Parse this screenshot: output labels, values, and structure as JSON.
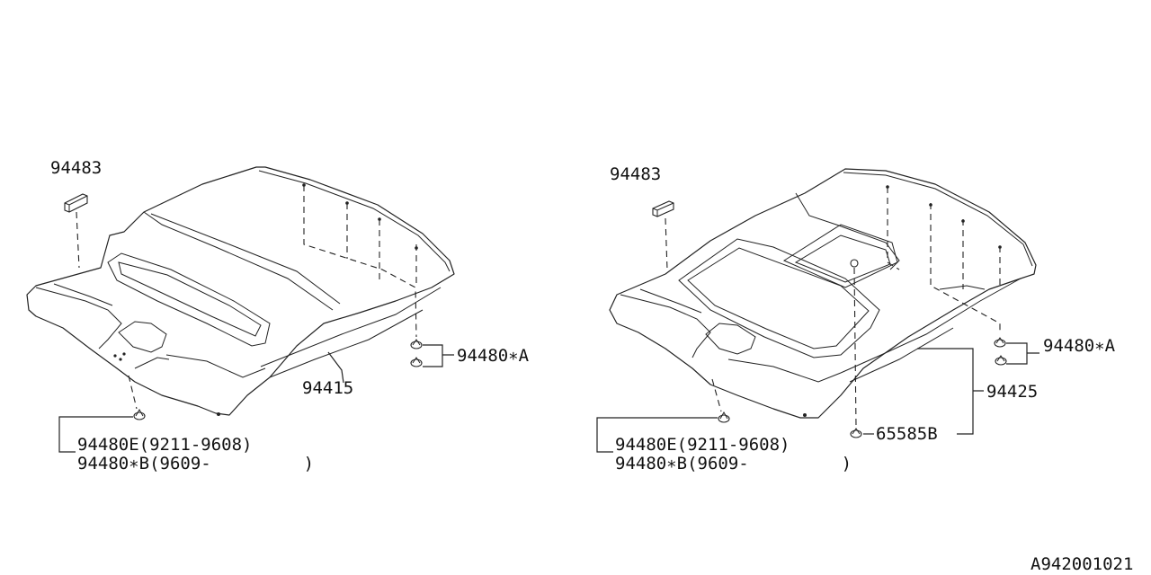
{
  "diagram_id": "A942001021",
  "left_assembly": {
    "plug_label": "94483",
    "headlining_label": "94415",
    "clip_a_label": "94480∗A",
    "clip_e_label": "94480E(9211-9608)",
    "clip_b_label": "94480∗B(9609-         )"
  },
  "right_assembly": {
    "plug_label": "94483",
    "headlining_label": "94425",
    "clip_a_label": "94480∗A",
    "fastener_label": "65585B",
    "clip_e_label": "94480E(9211-9608)",
    "clip_b_label": "94480∗B(9609-         )"
  }
}
